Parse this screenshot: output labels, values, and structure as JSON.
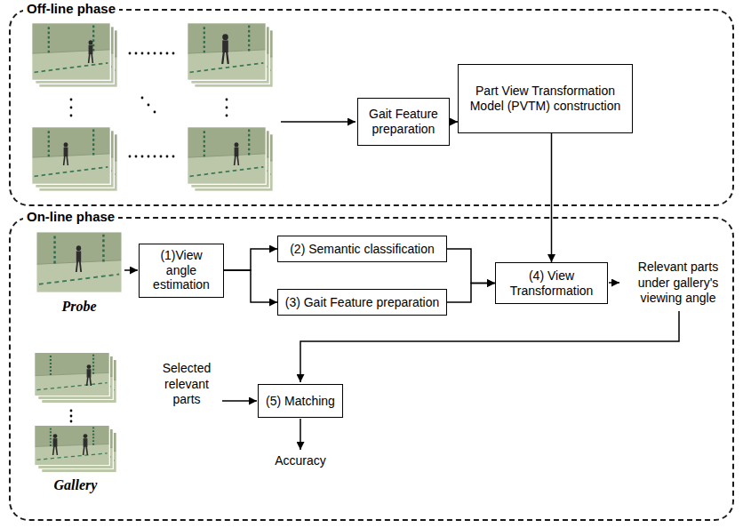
{
  "diagram": {
    "nodes": [
      {
        "text": [
          "Off-line phase"
        ]
      },
      {
        "text": [
          "Gait Feature preparation"
        ],
        "in": 0
      },
      {
        "text": [
          "Part View Transformation Model (PVTM) construction"
        ],
        "in": 0
      },
      {
        "text": [
          "On-line phase"
        ]
      },
      {
        "text": [
          "(1)View angle estimation"
        ],
        "in": 3
      },
      {
        "text": [
          "(2) Semantic classification"
        ],
        "in": 3
      },
      {
        "text": [
          "(3) Gait Feature preparation"
        ],
        "in": 3
      },
      {
        "text": [
          "(4) View Transformation"
        ],
        "in": 3
      },
      {
        "text": [
          "(5) Matching"
        ],
        "in": 3
      }
    ],
    "edges": [
      {
        "from": 1,
        "to": 2,
        "arrow": "to"
      },
      {
        "from": 2,
        "to": 7,
        "arrow": "to"
      },
      {
        "from": 4,
        "to": 5,
        "arrow": "to"
      },
      {
        "from": 4,
        "to": 6,
        "arrow": "to"
      },
      {
        "from": 5,
        "to": 7,
        "arrow": "to"
      },
      {
        "from": 6,
        "to": 7,
        "arrow": "to"
      }
    ],
    "labels": [
      "Probe",
      "Relevant parts under gallery's viewing angle",
      "Gallery",
      "Selected relevant parts",
      "Accuracy"
    ]
  }
}
